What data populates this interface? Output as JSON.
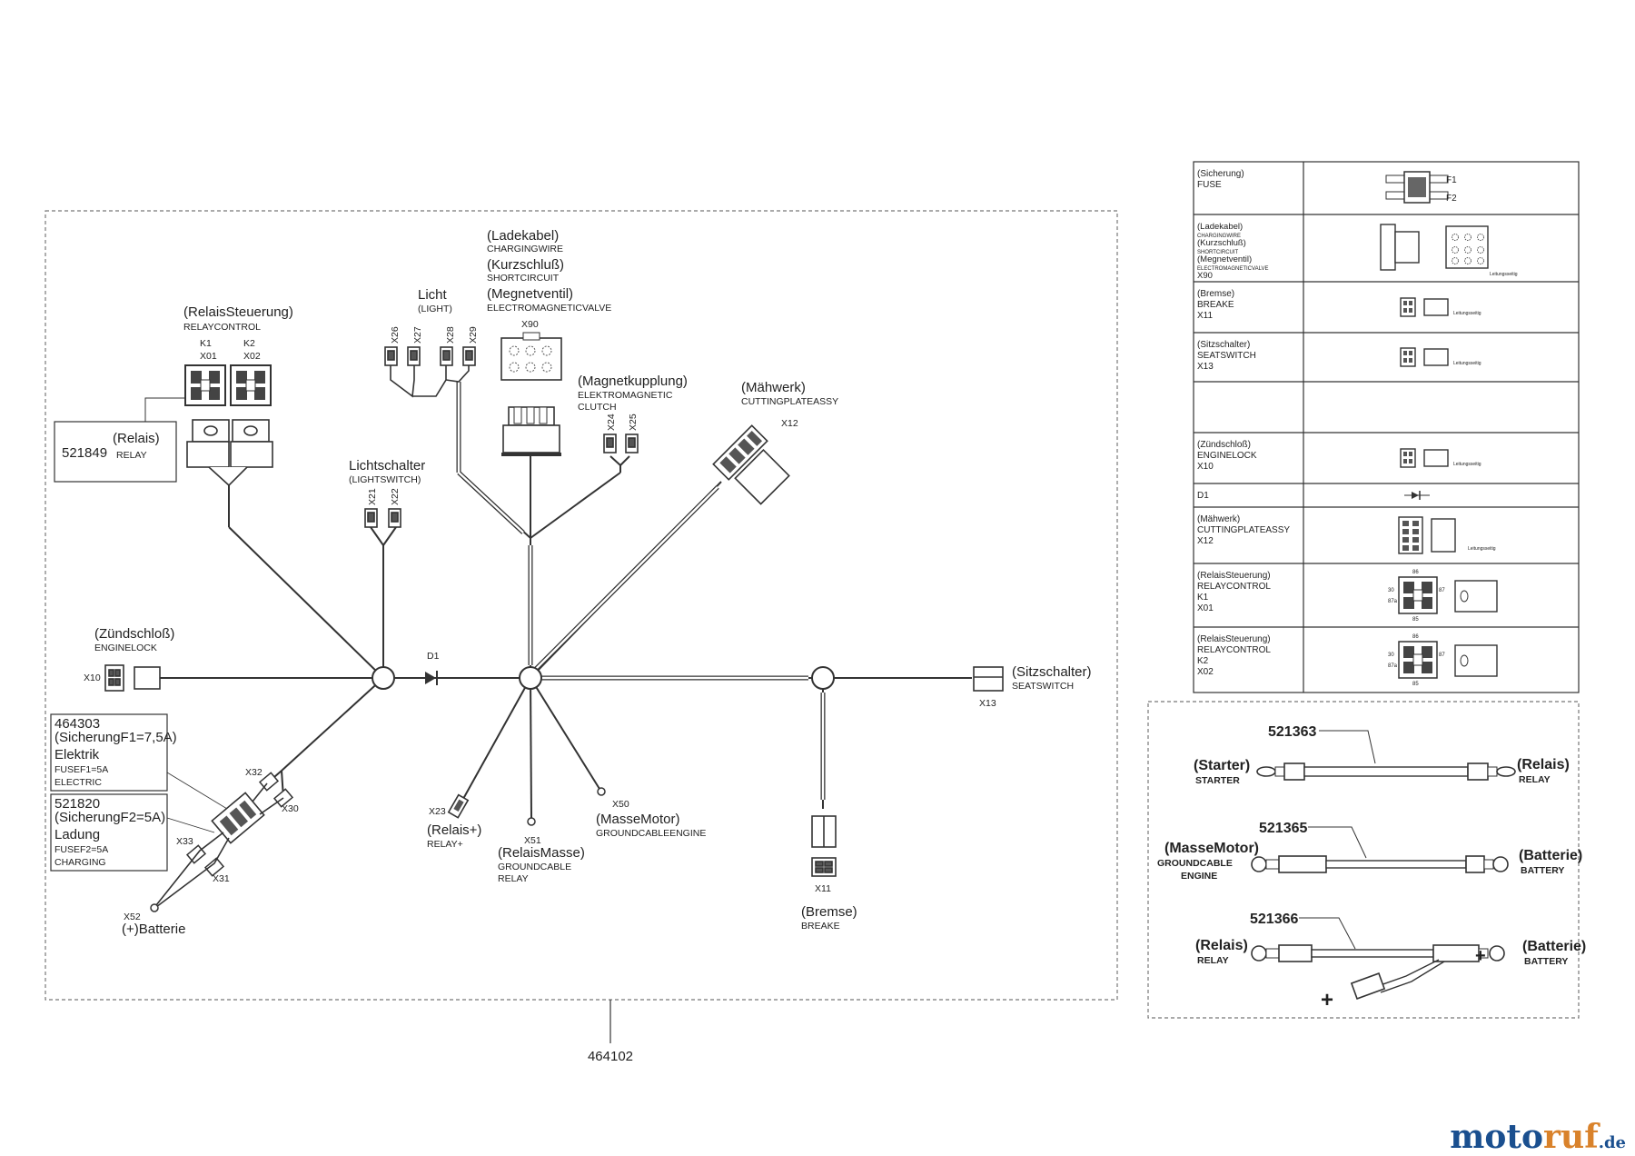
{
  "harness": {
    "part_number": "464102",
    "relay_control": {
      "de": "(RelaisSteuerung)",
      "en": "RELAYCONTROL",
      "k1": "K1",
      "x01": "X01",
      "k2": "K2",
      "x02": "X02"
    },
    "relay_box": {
      "part": "521849",
      "de": "(Relais)",
      "en": "RELAY"
    },
    "light": {
      "de": "Licht",
      "en": "(LIGHT)",
      "x26": "X26",
      "x27": "X27",
      "x28": "X28",
      "x29": "X29"
    },
    "charging": {
      "de1": "(Ladekabel)",
      "en1": "CHARGINGWIRE",
      "de2": "(Kurzschluß)",
      "en2": "SHORTCIRCUIT",
      "de3": "(Megnetventil)",
      "en3": "ELECTROMAGNETICVALVE",
      "id": "X90"
    },
    "clutch": {
      "de": "(Magnetkupplung)",
      "en1": "ELEKTROMAGNETIC",
      "en2": "CLUTCH",
      "x24": "X24",
      "x25": "X25"
    },
    "mower": {
      "de": "(Mähwerk)",
      "en": "CUTTINGPLATEASSY",
      "id": "X12"
    },
    "lightswitch": {
      "de": "Lichtschalter",
      "en": "(LIGHTSWITCH)",
      "x21": "X21",
      "x22": "X22"
    },
    "ignition": {
      "de": "(Zündschloß)",
      "en": "ENGINELOCK",
      "id": "X10"
    },
    "diode": "D1",
    "seatswitch": {
      "de": "(Sitzschalter)",
      "en": "SEATSWITCH",
      "id": "X13"
    },
    "fuse1": {
      "part": "464303",
      "de": "(SicherungF1=7,5A)",
      "de2": "Elektrik",
      "en": "FUSEF1=5A",
      "en2": "ELECTRIC"
    },
    "fuse2": {
      "part": "521820",
      "de": "(SicherungF2=5A)",
      "de2": "Ladung",
      "en": "FUSEF2=5A",
      "en2": "CHARGING"
    },
    "x32": "X32",
    "x30": "X30",
    "x33": "X33",
    "x31": "X31",
    "battery": {
      "id": "X52",
      "de": "(+)Batterie"
    },
    "relay_plus": {
      "id": "X23",
      "de": "(Relais+)",
      "en": "RELAY+"
    },
    "relay_ground": {
      "id": "X51",
      "de": "(RelaisMasse)",
      "en1": "GROUNDCABLE",
      "en2": "RELAY"
    },
    "engine_ground": {
      "id": "X50",
      "de": "(MasseMotor)",
      "en": "GROUNDCABLEENGINE"
    },
    "brake": {
      "id": "X11",
      "de": "(Bremse)",
      "en": "BREAKE"
    }
  },
  "legend_table": {
    "rows": [
      {
        "lines": [
          "(Sicherung)",
          "FUSE"
        ],
        "f1": "F1",
        "f2": "F2"
      },
      {
        "lines": [
          "(Ladekabel)",
          "CHARGINGWIRE",
          "(Kurzschluß)",
          "SHORTCIRCUIT",
          "(Megnetventil)",
          "ELECTROMAGNETICVALVE",
          "X90"
        ],
        "note": "Leitungsseitig"
      },
      {
        "lines": [
          "(Bremse)",
          "BREAKE",
          "X11"
        ],
        "note": "Leitungsseitig"
      },
      {
        "lines": [
          "(Sitzschalter)",
          "SEATSWITCH",
          "X13"
        ],
        "note": "Leitungsseitig"
      },
      {
        "lines": []
      },
      {
        "lines": [
          "(Zündschloß)",
          "ENGINELOCK",
          "X10"
        ],
        "note": "Leitungsseitig"
      },
      {
        "lines": [
          "D1"
        ]
      },
      {
        "lines": [
          "(Mähwerk)",
          "CUTTINGPLATEASSY",
          "X12"
        ],
        "note": "Leitungsseitig"
      },
      {
        "lines": [
          "(RelaisSteuerung)",
          "RELAYCONTROL",
          "K1",
          "X01"
        ],
        "pins": [
          "86",
          "30",
          "87",
          "87a",
          "85"
        ]
      },
      {
        "lines": [
          "(RelaisSteuerung)",
          "RELAYCONTROL",
          "K2",
          "X02"
        ],
        "pins": [
          "86",
          "30",
          "87",
          "87a",
          "85"
        ]
      }
    ]
  },
  "cables": {
    "c1": {
      "part": "521363",
      "left_de": "(Starter)",
      "left_en": "STARTER",
      "right_de": "(Relais)",
      "right_en": "RELAY"
    },
    "c2": {
      "part": "521365",
      "left_de": "(MasseMotor)",
      "left_en1": "GROUNDCABLE",
      "left_en2": "ENGINE",
      "right_de": "(Batterie)",
      "right_en": "BATTERY"
    },
    "c3": {
      "part": "521366",
      "left_de": "(Relais)",
      "left_en": "RELAY",
      "right_de": "(Batterie)",
      "right_en": "BATTERY"
    }
  },
  "watermark": {
    "a": "moto",
    "b": "ruf",
    "c": ".de"
  }
}
